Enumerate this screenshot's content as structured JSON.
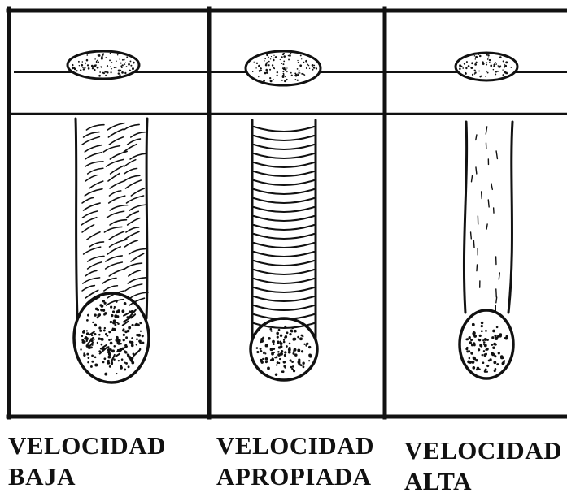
{
  "panels": [
    {
      "id": "baja",
      "label_line1": "VELOCIDAD",
      "label_line2": "BAJA"
    },
    {
      "id": "apropiada",
      "label_line1": "VELOCIDAD",
      "label_line2": "APROPIADA"
    },
    {
      "id": "alta",
      "label_line1": "VELOCIDAD",
      "label_line2": "ALTA"
    }
  ],
  "colors": {
    "ink": "#111111",
    "paper": "#ffffff"
  }
}
